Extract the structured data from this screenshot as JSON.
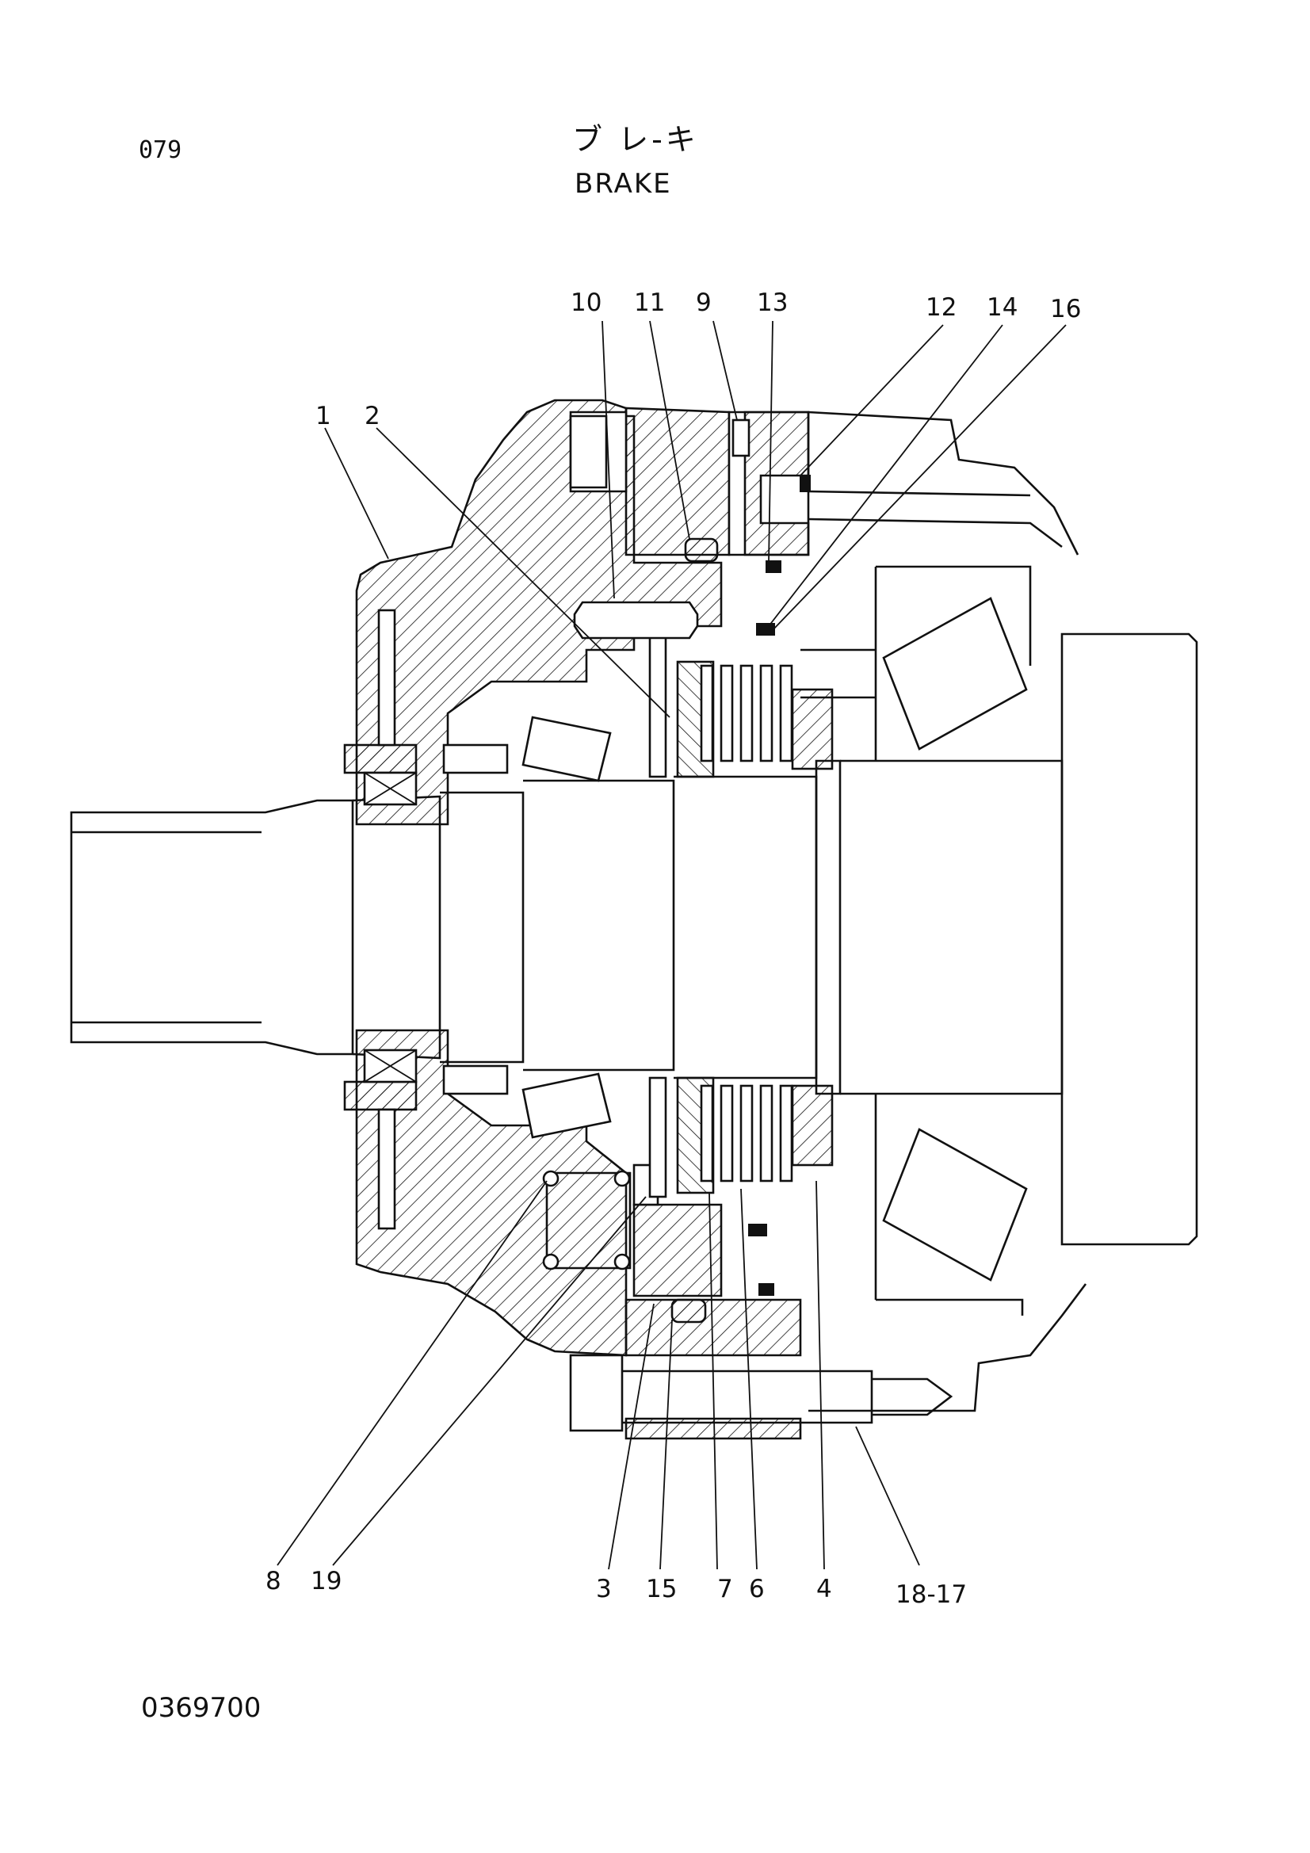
{
  "header": {
    "page_number": "079",
    "title_japanese": "ブ レ-キ",
    "title_english": "BRAKE"
  },
  "footer": {
    "drawing_number": "0369700"
  },
  "callouts": {
    "p1": "1",
    "p2": "2",
    "p3": "3",
    "p4": "4",
    "p6": "6",
    "p7": "7",
    "p8": "8",
    "p9": "9",
    "p10": "10",
    "p11": "11",
    "p12": "12",
    "p13": "13",
    "p14": "14",
    "p15": "15",
    "p16": "16",
    "p18_17": "18-17",
    "p19": "19"
  }
}
